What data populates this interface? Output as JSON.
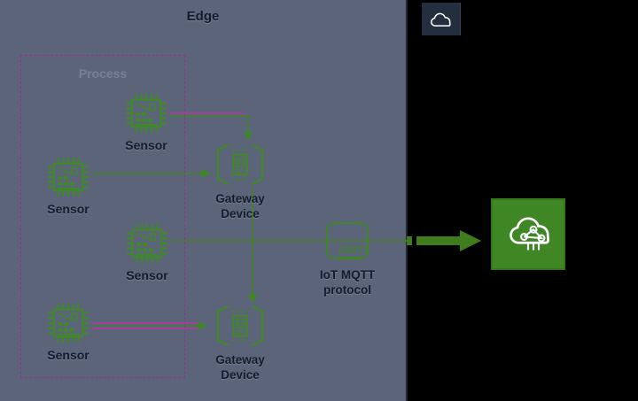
{
  "edge": {
    "title": "Edge"
  },
  "process": {
    "label": "Process"
  },
  "sensors": [
    {
      "label": "Sensor"
    },
    {
      "label": "Sensor"
    },
    {
      "label": "Sensor"
    },
    {
      "label": "Sensor"
    }
  ],
  "gateways": [
    {
      "line1": "Gateway",
      "line2": "Device"
    },
    {
      "line1": "Gateway",
      "line2": "Device"
    }
  ],
  "mqtt": {
    "line1": "IoT MQTT",
    "line2": "protocol",
    "badge": "MQTT"
  },
  "icons": {
    "cloud": "aws-cloud",
    "iot_core": "aws-iot-core",
    "sensor": "sensor-chip",
    "gateway": "gateway-device",
    "mqtt": "mqtt-protocol"
  },
  "colors": {
    "edge_bg": "#5c6479",
    "canvas_bg": "#000000",
    "green": "#3f8624",
    "green_bright": "#3c8c20",
    "magenta": "#bd2fae",
    "process_border": "#962e96",
    "process_label": "#8d97b0",
    "label": "#111b2b",
    "cloud_bg": "#232f3e",
    "iot_core_bg": "#3f8624",
    "arrow": "#3e7c1e",
    "white": "#ffffff"
  }
}
